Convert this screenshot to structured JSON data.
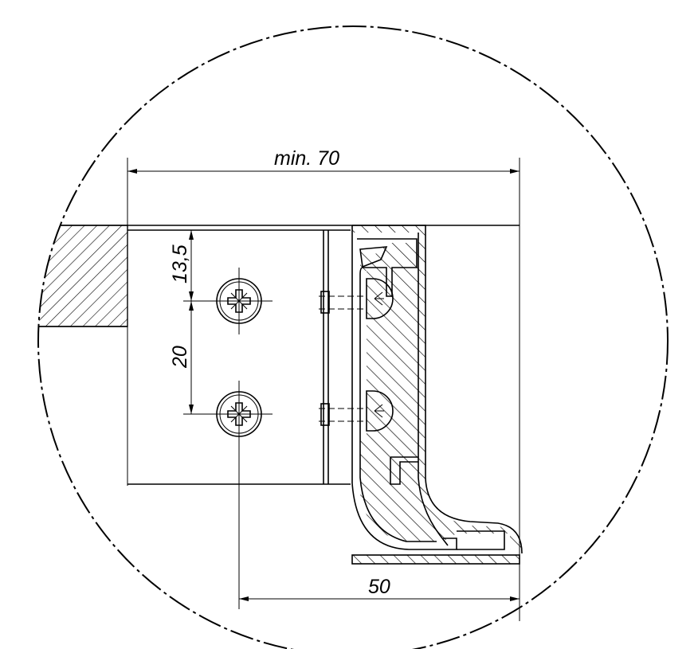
{
  "drawing": {
    "dimensions": {
      "overall_width": "min. 70",
      "top_to_first_screw": "13,5",
      "screw_spacing": "20",
      "screw_to_edge": "50"
    },
    "colors": {
      "line": "#000000",
      "background": "#ffffff"
    }
  }
}
